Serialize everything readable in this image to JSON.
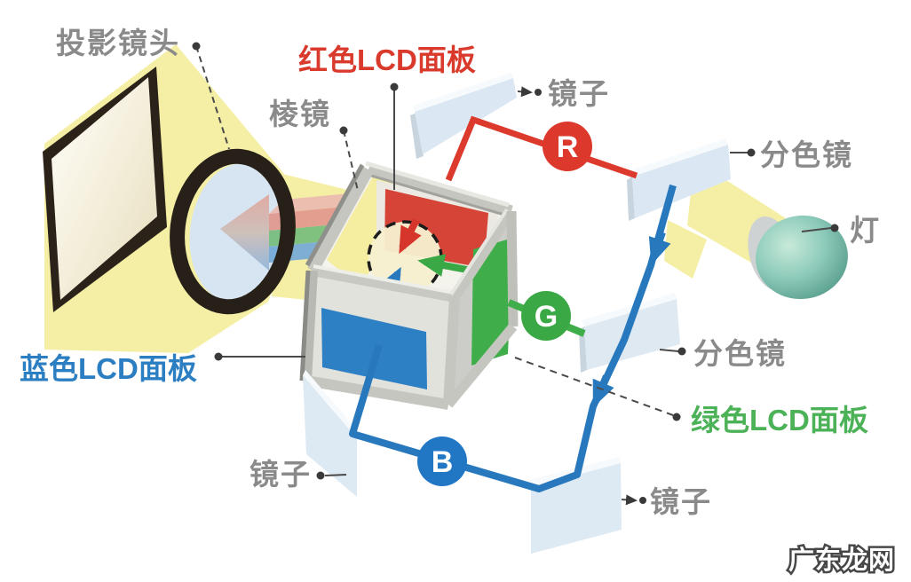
{
  "labels": {
    "projection_lens": "投影镜头",
    "red_lcd_panel": "红色LCD面板",
    "prism": "棱镜",
    "mirror_top": "镜子",
    "dichroic_mirror_top": "分色镜",
    "lamp": "灯",
    "dichroic_mirror_middle": "分色镜",
    "green_lcd_panel": "绿色LCD面板",
    "blue_lcd_panel": "蓝色LCD面板",
    "mirror_bottom_left": "镜子",
    "mirror_bottom_right": "镜子"
  },
  "badges": {
    "red": "R",
    "green": "G",
    "blue": "B"
  },
  "watermark": "广东龙网",
  "colors": {
    "red_path": "#dc3a2d",
    "green_path": "#3fae4a",
    "blue_path": "#2878be",
    "beam_yellow": "#f5efa5",
    "mirror_glass": "#dbe8f3",
    "lamp_teal": "#7fc2b2",
    "label_gray": "#8a8a8a",
    "screen_frame": "#2b2219"
  }
}
